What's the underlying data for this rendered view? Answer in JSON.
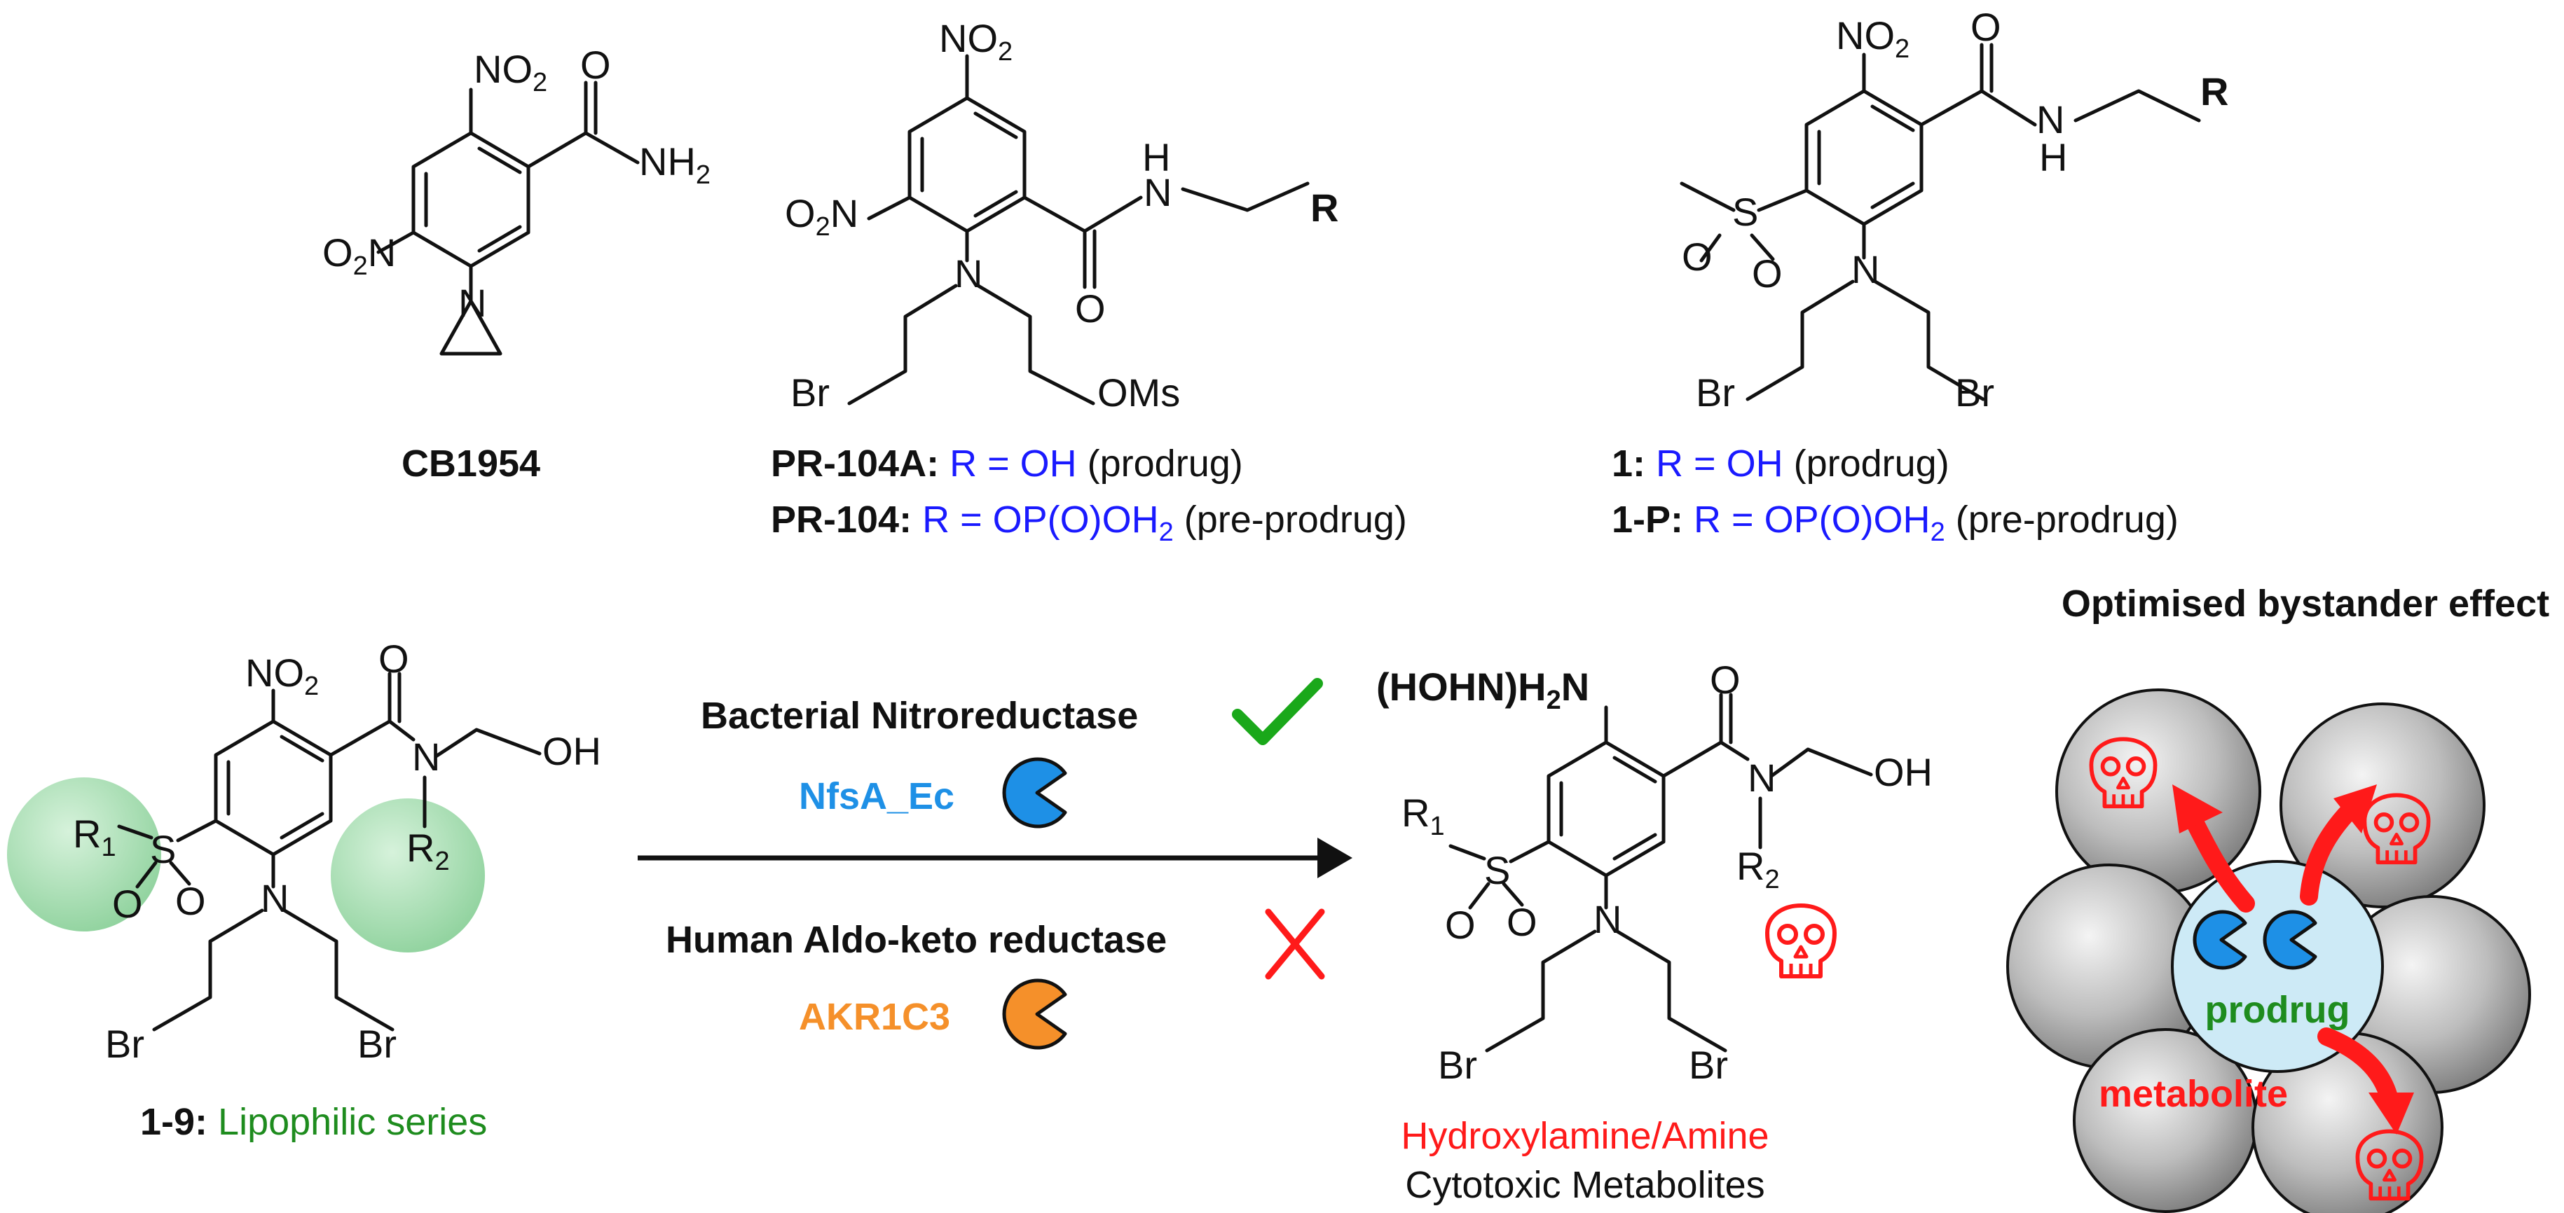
{
  "colors": {
    "blue": "#1a1aff",
    "green": "#1e8c1e",
    "red": "#ff1a1a",
    "nfsa": "#1e90e6",
    "akr": "#f5902a",
    "black": "#111111"
  },
  "atoms": {
    "no2": "NO",
    "sub2": "2",
    "o": "O",
    "n": "N",
    "nh": "NH",
    "h": "H",
    "r": "R",
    "br": "Br",
    "oms": "OMs",
    "s": "S",
    "oh": "OH",
    "r1": "R",
    "sub1": "1",
    "r2": "R",
    "o2n_o": "O",
    "o2n_n": "N"
  },
  "compounds": {
    "cb1954": {
      "name": "CB1954"
    },
    "pr104": {
      "line1_name": "PR-104A:",
      "line1_r": "R = OH",
      "line1_note": "(prodrug)",
      "line2_name": "PR-104:",
      "line2_r": "R = OP(O)OH",
      "line2_sub": "2",
      "line2_note": "(pre-prodrug)"
    },
    "cmp1": {
      "line1_name": "1:",
      "line1_r": "R = OH",
      "line1_note": "(prodrug)",
      "line2_name": "1-P:",
      "line2_r": "R = OP(O)OH",
      "line2_sub": "2",
      "line2_note": "(pre-prodrug)"
    },
    "series": {
      "name": "1-9:",
      "desc": "Lipophilic series"
    }
  },
  "reaction": {
    "enzyme1_label": "Bacterial Nitroreductase",
    "enzyme1_name": "NfsA_Ec",
    "enzyme1_mark": "check",
    "enzyme2_label": "Human Aldo-keto reductase",
    "enzyme2_name": "AKR1C3",
    "enzyme2_mark": "X"
  },
  "product": {
    "amine_label": "(HOHN)H",
    "amine_sub": "2",
    "amine_n": "N",
    "label1": "Hydroxylamine/Amine",
    "label2": "Cytotoxic Metabolites",
    "icon": "skull-icon"
  },
  "bystander": {
    "title": "Optimised bystander effect",
    "prodrug": "prodrug",
    "metabolite": "metabolite"
  }
}
